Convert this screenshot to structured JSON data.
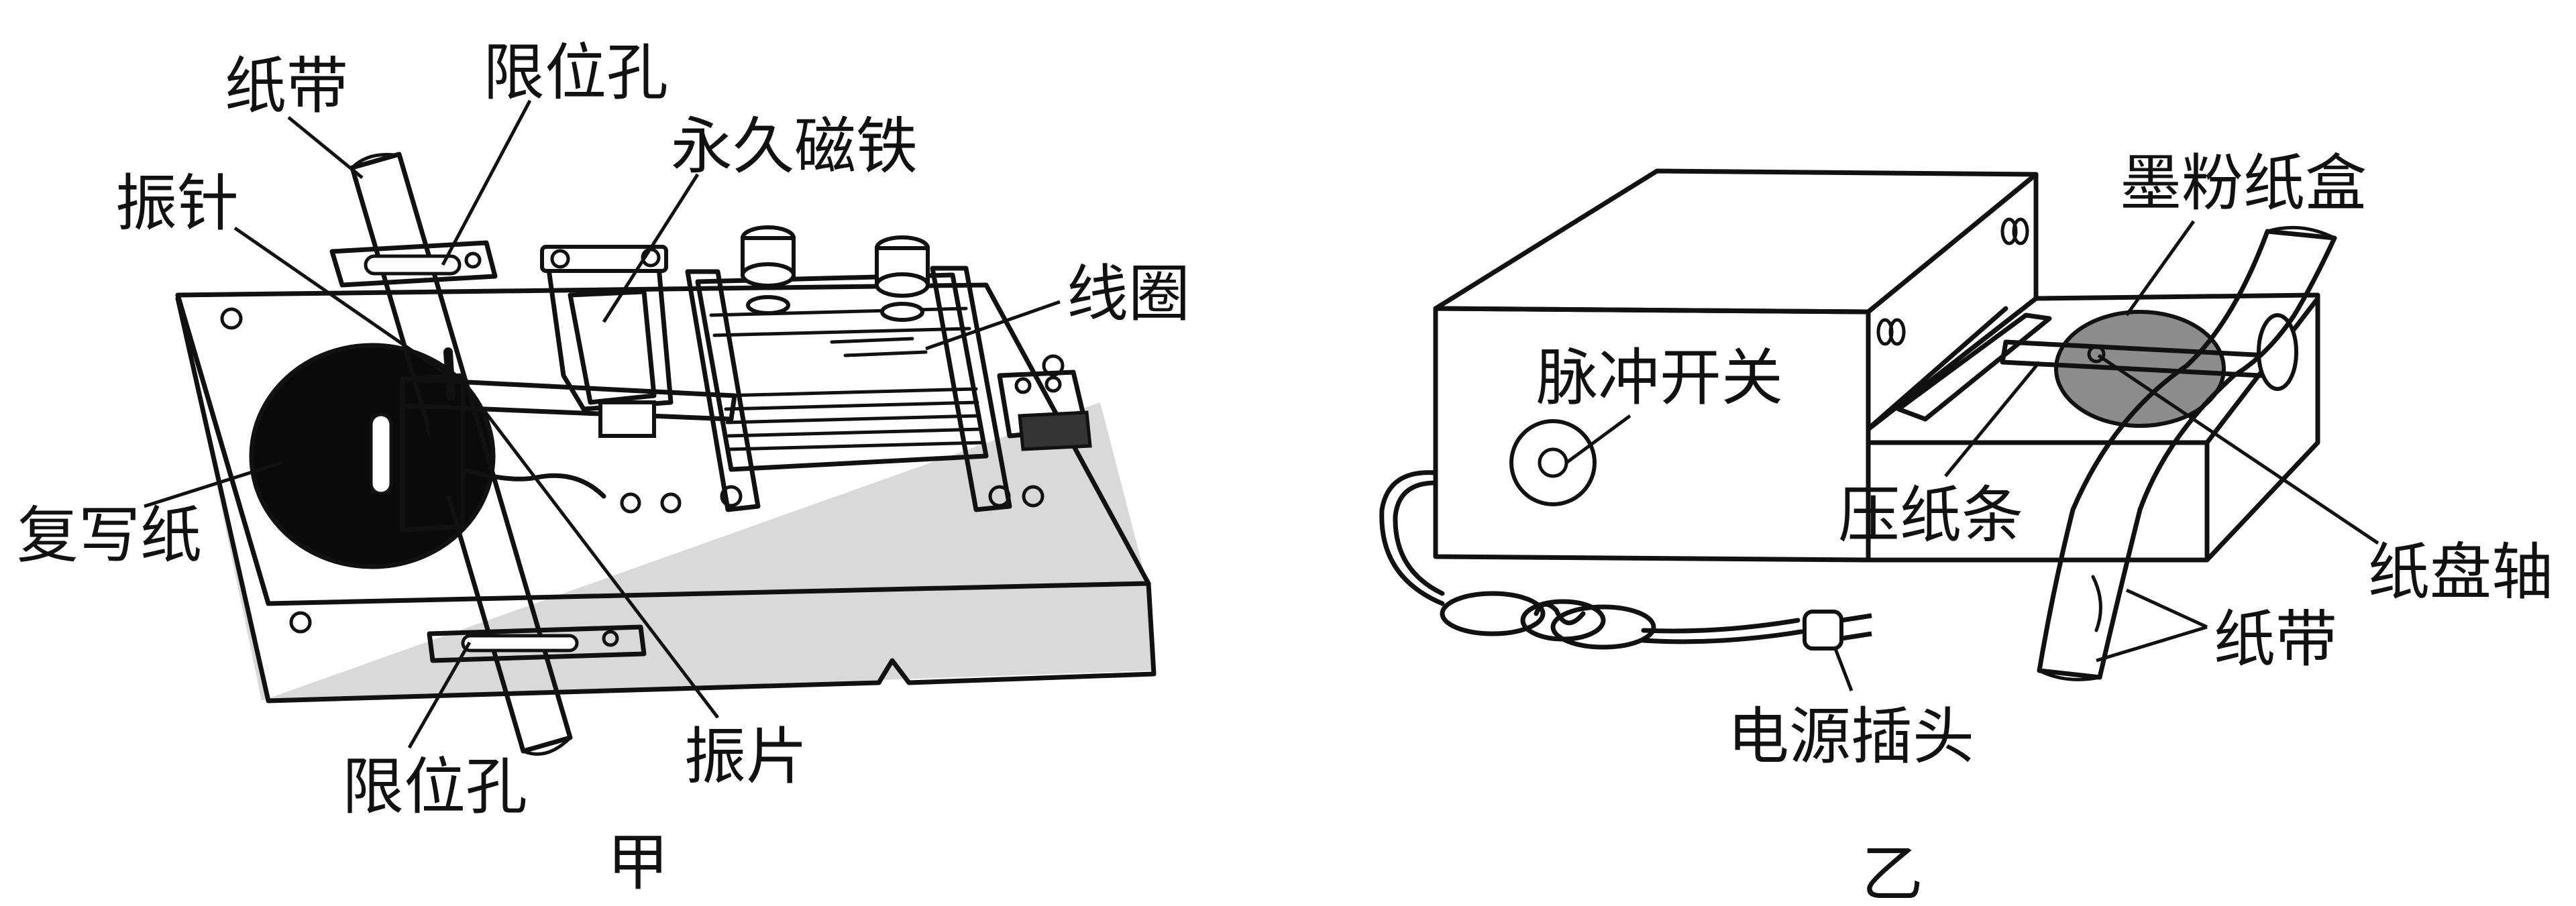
{
  "diagram_a": {
    "caption": "甲",
    "labels": {
      "paper_tape": "纸带",
      "limit_hole_top": "限位孔",
      "permanent_magnet": "永久磁铁",
      "vibrating_needle": "振针",
      "coil": "线圈",
      "carbon_paper": "复写纸",
      "vibrating_reed": "振片",
      "limit_hole_bottom": "限位孔"
    }
  },
  "diagram_b": {
    "caption": "乙",
    "labels": {
      "toner_box": "墨粉纸盒",
      "pulse_switch": "脉冲开关",
      "paper_press_bar": "压纸条",
      "paper_reel_shaft": "纸盘轴",
      "paper_tape": "纸带",
      "power_plug": "电源插头"
    }
  },
  "colors": {
    "ink": "#111111",
    "base_side": "#d9d9d9",
    "carbon_disc": "#0a0a0a",
    "toner_disc": "#8c8c8c",
    "background": "#ffffff"
  }
}
